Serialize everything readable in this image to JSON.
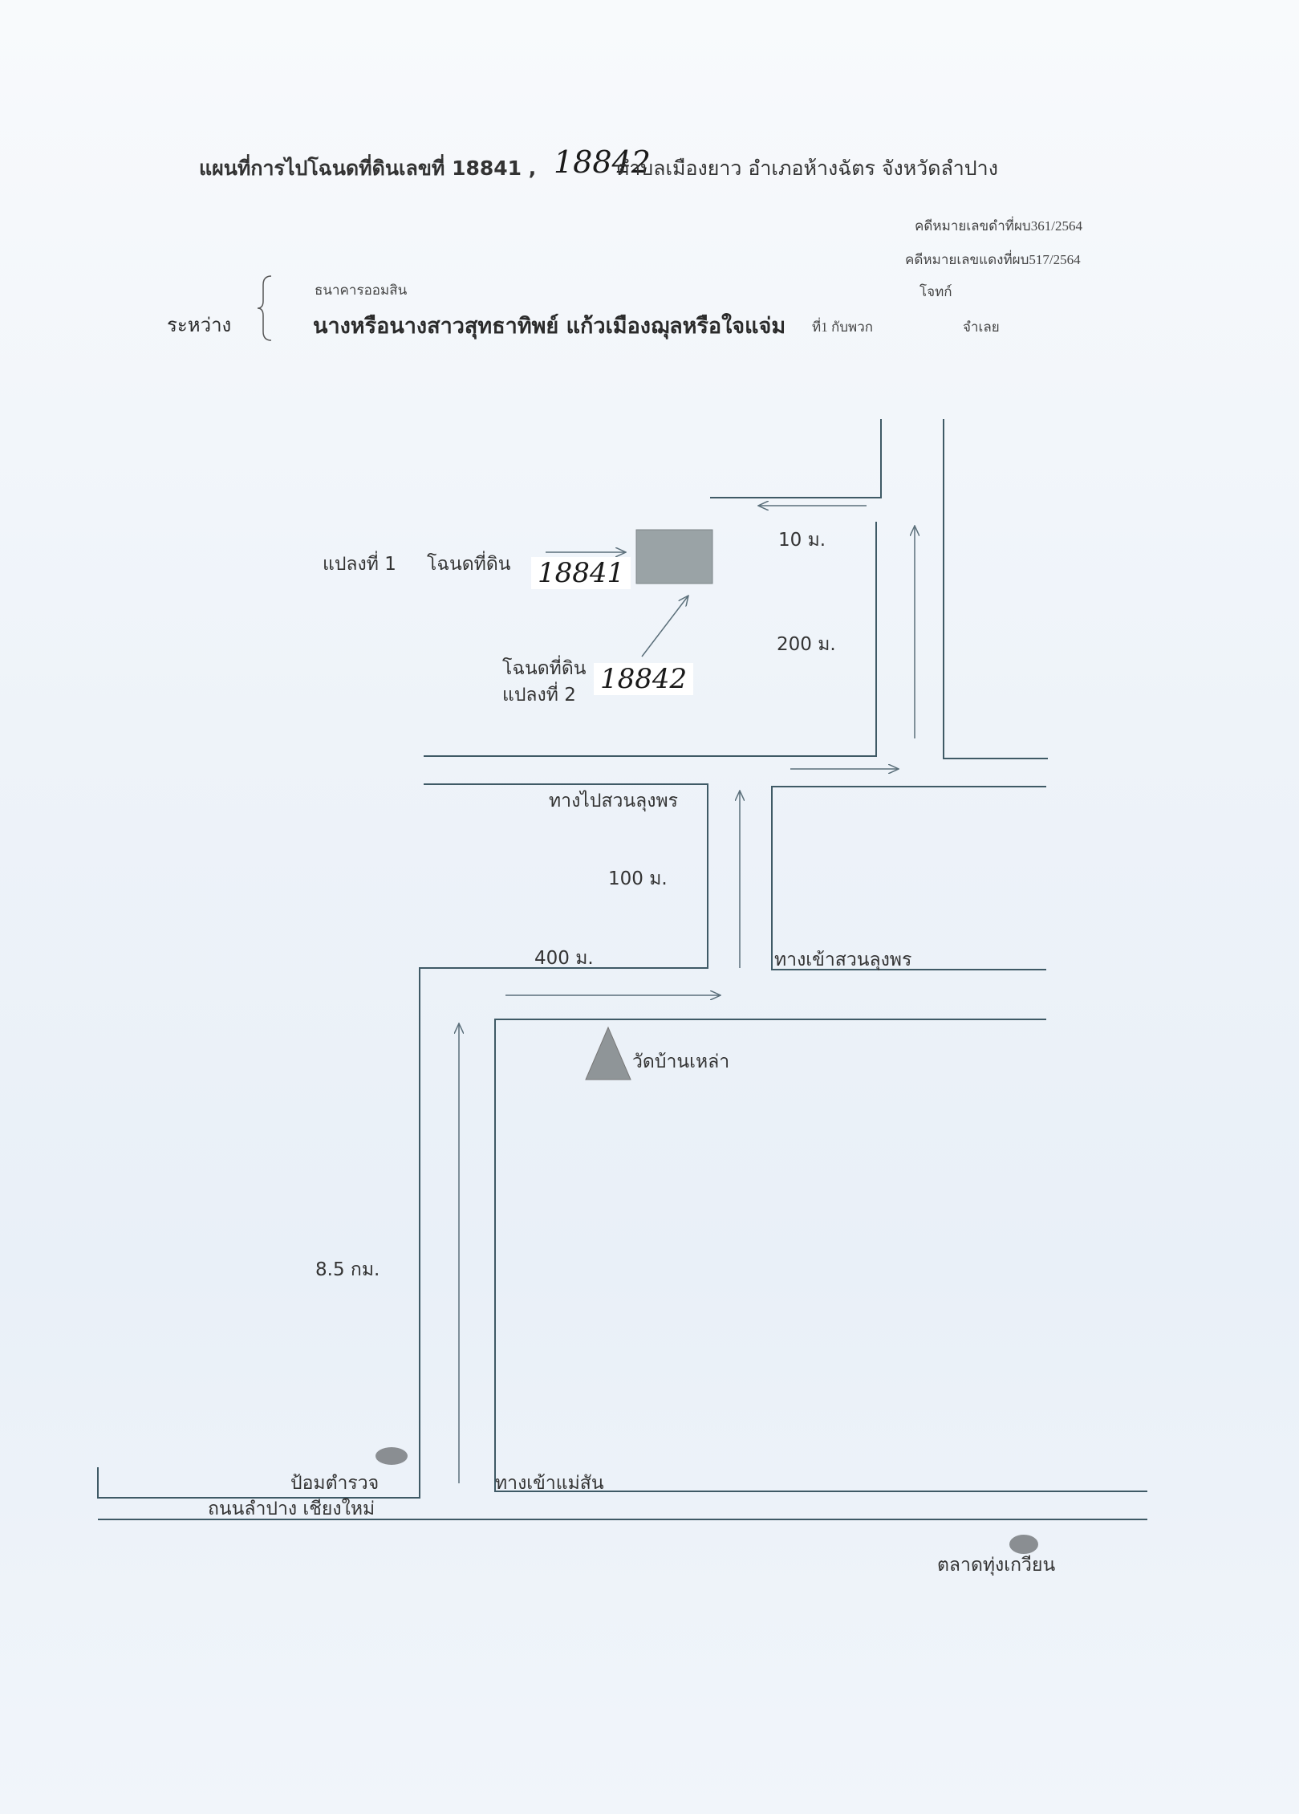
{
  "header": {
    "title_prefix": "แผนที่การไปโฉนดที่ดินเลขที่ 18841 ,",
    "title_handwritten": "18842",
    "title_suffix": "ตำบลเมืองยาว อำเภอห้างฉัตร จังหวัดลำปาง",
    "case_black": "คดีหมายเลขดำที่ผบ361/2564",
    "case_red": "คดีหมายเลขแดงที่ผบ517/2564",
    "between_label": "ระหว่าง",
    "plaintiff_name": "ธนาคารออมสิน",
    "plaintiff_role": "โจทก์",
    "defendant_name": "นางหรือนางสาวสุทธาทิพย์ แก้วเมืองฌุลหรือใจแจ่ม",
    "defendant_suffix": "ที่1 กับพวก",
    "defendant_role": "จำเลย"
  },
  "map": {
    "plot1_label": "แปลงที่ 1",
    "deed_label_1": "โฉนดที่ดิน",
    "deed_number_1": "18841",
    "deed_label_2": "โฉนดที่ดิน",
    "plot2_label": "แปลงที่ 2",
    "deed_number_2": "18842",
    "dist_10m": "10 ม.",
    "dist_200m": "200 ม.",
    "dist_100m": "100 ม.",
    "dist_400m": "400  ม.",
    "dist_8_5km": "8.5  กม.",
    "road_to_orchard": "ทางไปสวนลุงพร",
    "orchard_entrance": "ทางเข้าสวนลุงพร",
    "temple": "วัดบ้านเหล่า",
    "police_box": "ป้อมตำรวจ",
    "mae_san_entrance": "ทางเข้าแม่สัน",
    "main_road": "ถนนลำปาง เชียงใหม่",
    "market": "ตลาดทุ่งเกวียน",
    "colors": {
      "plot_fill": "#9aa3a6",
      "temple_fill": "#8f9598",
      "road_line": "#3f5a66",
      "arrow_line": "#5b6f7a",
      "marker": "#8a8e92"
    }
  }
}
